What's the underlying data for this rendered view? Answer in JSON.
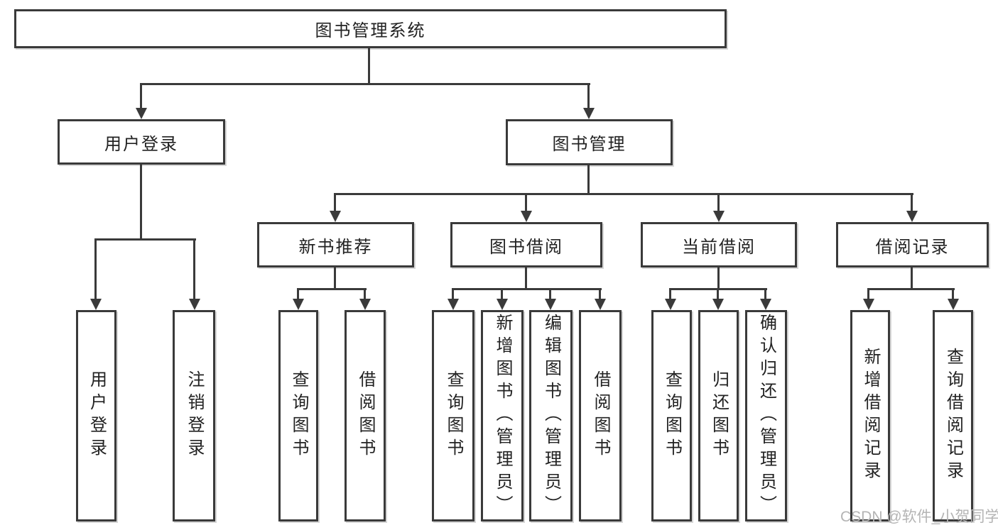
{
  "colors": {
    "line": "#3a3a3a",
    "text": "#222222",
    "watermark": "#b4b4b4",
    "background": "#ffffff"
  },
  "tree": {
    "root": {
      "label": "图书管理系统",
      "children": [
        {
          "label": "用户登录",
          "children": [
            {
              "label": "用户登录"
            },
            {
              "label": "注销登录"
            }
          ]
        },
        {
          "label": "图书管理",
          "children": [
            {
              "label": "新书推荐",
              "children": [
                {
                  "label": "查询图书"
                },
                {
                  "label": "借阅图书"
                }
              ]
            },
            {
              "label": "图书借阅",
              "children": [
                {
                  "label": "查询图书"
                },
                {
                  "label": "新增图书（管理员）"
                },
                {
                  "label": "编辑图书（管理员）"
                },
                {
                  "label": "借阅图书"
                }
              ]
            },
            {
              "label": "当前借阅",
              "children": [
                {
                  "label": "查询图书"
                },
                {
                  "label": "归还图书"
                },
                {
                  "label": "确认归还（管理员）"
                }
              ]
            },
            {
              "label": "借阅记录",
              "children": [
                {
                  "label": "新增借阅记录"
                },
                {
                  "label": "查询借阅记录"
                }
              ]
            }
          ]
        }
      ]
    }
  },
  "watermark": "CSDN @软件_小贺同学"
}
